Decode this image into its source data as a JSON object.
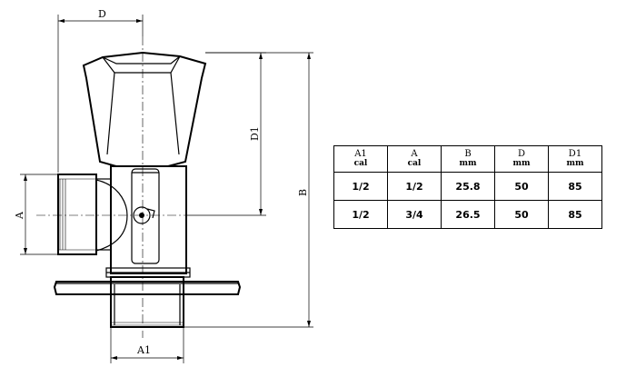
{
  "dimensions": {
    "D": "D",
    "D1": "D1",
    "A": "A",
    "B": "B",
    "A1": "A1"
  },
  "table": {
    "columns": [
      {
        "name": "A1",
        "unit": "cal"
      },
      {
        "name": "A",
        "unit": "cal"
      },
      {
        "name": "B",
        "unit": "mm"
      },
      {
        "name": "D",
        "unit": "mm"
      },
      {
        "name": "D1",
        "unit": "mm"
      }
    ],
    "rows": [
      [
        "1/2",
        "1/2",
        "25.8",
        "50",
        "85"
      ],
      [
        "1/2",
        "3/4",
        "26.5",
        "50",
        "85"
      ]
    ]
  }
}
